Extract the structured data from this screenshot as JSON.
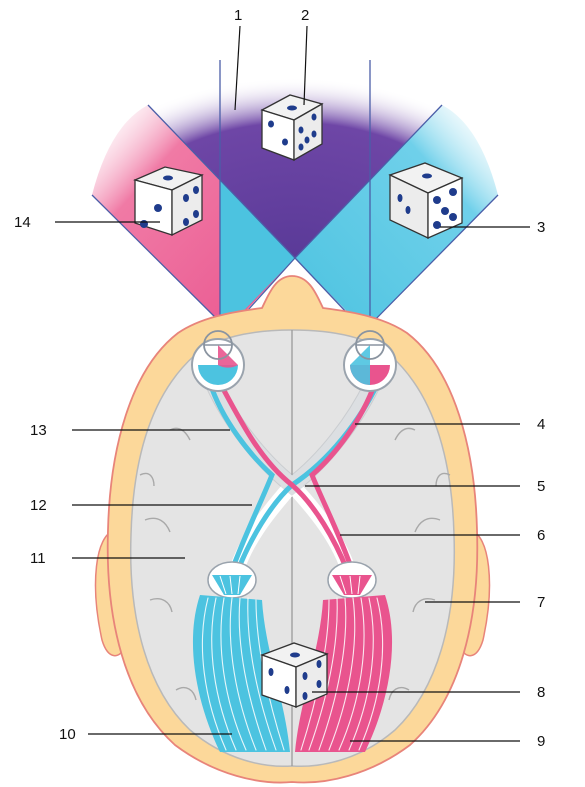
{
  "diagram": {
    "callouts": [
      "1",
      "2",
      "3",
      "4",
      "5",
      "6",
      "7",
      "8",
      "9",
      "10",
      "11",
      "12",
      "13",
      "14"
    ]
  },
  "colors": {
    "left_visual_field": "#e9548e",
    "right_visual_field": "#4cc3e0",
    "binocular_field": "#6a3f9a",
    "head_skin": "#fcd89a",
    "brain": "#e6e6e6",
    "outline": "#e8847a",
    "dice_pips": "#1f3c8c"
  }
}
